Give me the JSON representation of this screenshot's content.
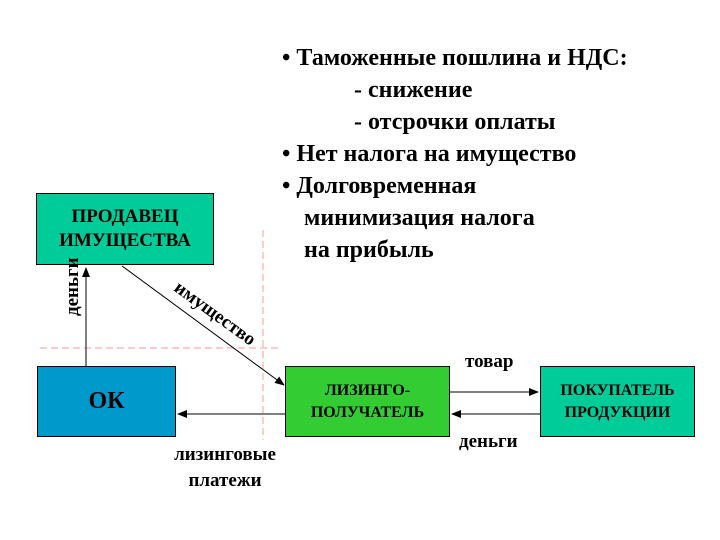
{
  "bullets": [
    "• Таможенные пошлина и НДС:",
    "- снижение",
    "- отсрочки оплаты",
    "• Нет налога на имущество",
    "• Долговременная",
    "минимизация налога",
    "на прибыль"
  ],
  "nodes": {
    "seller_line1": "ПРОДАВЕЦ",
    "seller_line2": "ИМУЩЕСТВА",
    "ok": "ОК",
    "lessee_line1": "ЛИЗИНГО-",
    "lessee_line2": "ПОЛУЧАТЕЛЬ",
    "buyer_line1": "ПОКУПАТЕЛЬ",
    "buyer_line2": "ПРОДУКЦИИ"
  },
  "labels": {
    "money_up": "деньги",
    "property": "имущество",
    "goods": "товар",
    "money_buyer": "деньги",
    "payments_line1": "лизинговые",
    "payments_line2": "платежи"
  },
  "colors": {
    "seller": "#00cc99",
    "ok": "#0099cc",
    "lessee": "#33cc33",
    "buyer": "#00cc99",
    "guide_lines": "#ff9999"
  }
}
